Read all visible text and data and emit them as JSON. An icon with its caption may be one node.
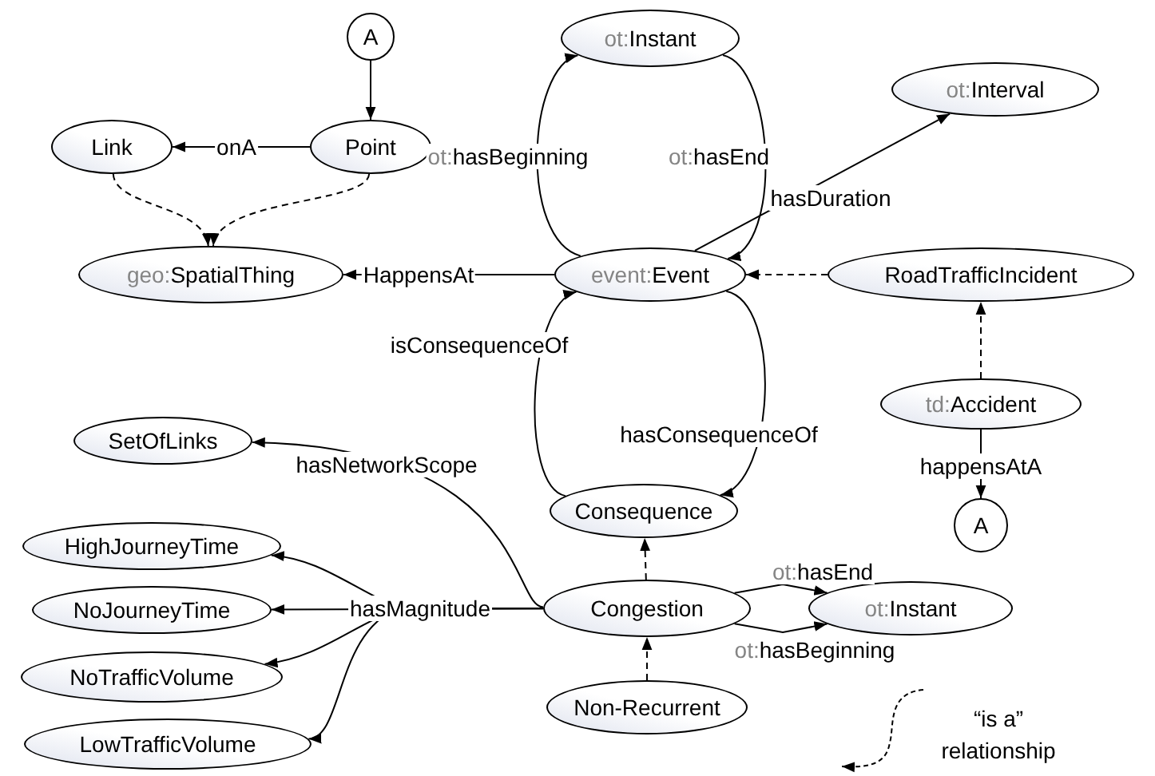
{
  "diagram": {
    "nodes": [
      {
        "text": [
          "A"
        ]
      },
      {
        "text": [
          "Link"
        ]
      },
      {
        "text": [
          "Point"
        ]
      },
      {
        "text": [
          "geo:SpatialThing"
        ]
      },
      {
        "text": [
          "ot:Instant"
        ]
      },
      {
        "text": [
          "ot:Interval"
        ]
      },
      {
        "text": [
          "event:Event"
        ]
      },
      {
        "text": [
          "RoadTrafficIncident"
        ]
      },
      {
        "text": [
          "td:Accident"
        ]
      },
      {
        "text": [
          "A"
        ]
      },
      {
        "text": [
          "SetOfLinks"
        ]
      },
      {
        "text": [
          "Consequence"
        ]
      },
      {
        "text": [
          "HighJourneyTime"
        ]
      },
      {
        "text": [
          "NoJourneyTime"
        ]
      },
      {
        "text": [
          "Congestion"
        ]
      },
      {
        "text": [
          "ot:Instant"
        ]
      },
      {
        "text": [
          "NoTrafficVolume"
        ]
      },
      {
        "text": [
          "LowTrafficVolume"
        ]
      },
      {
        "text": [
          "Non-Recurrent"
        ]
      }
    ],
    "edges": [
      {
        "from": 0,
        "to": 2,
        "arrow": "to"
      },
      {
        "from": 2,
        "to": 1,
        "arrow": "to",
        "label": "onA"
      },
      {
        "from": 1,
        "to": 3,
        "arrow": "to",
        "style": "dashed"
      },
      {
        "from": 2,
        "to": 3,
        "arrow": "to",
        "style": "dashed"
      },
      {
        "from": 6,
        "to": 3,
        "arrow": "to",
        "label": "HappensAt"
      },
      {
        "from": 6,
        "to": 4,
        "arrow": "to",
        "label": "ot:hasBeginning"
      },
      {
        "from": 4,
        "to": 6,
        "arrow": "to",
        "label": "ot:hasEnd"
      },
      {
        "from": 6,
        "to": 5,
        "arrow": "to",
        "label": "hasDuration"
      },
      {
        "from": 7,
        "to": 6,
        "arrow": "to",
        "style": "dashed"
      },
      {
        "from": 8,
        "to": 7,
        "arrow": "to",
        "style": "dashed"
      },
      {
        "from": 8,
        "to": 9,
        "arrow": "to",
        "label": "happensAtA"
      },
      {
        "from": 11,
        "to": 6,
        "arrow": "to",
        "label": "isConsequenceOf"
      },
      {
        "from": 6,
        "to": 11,
        "arrow": "to",
        "label": "hasConsequenceOf"
      },
      {
        "from": 14,
        "to": 10,
        "arrow": "to",
        "label": "hasNetworkScope"
      },
      {
        "from": 14,
        "to": 11,
        "arrow": "to",
        "style": "dashed"
      },
      {
        "from": 18,
        "to": 14,
        "arrow": "to",
        "style": "dashed"
      },
      {
        "from": 14,
        "to": 12,
        "arrow": "to"
      },
      {
        "from": 14,
        "to": 13,
        "arrow": "to",
        "label": "hasMagnitude"
      },
      {
        "from": 14,
        "to": 16,
        "arrow": "to"
      },
      {
        "from": 14,
        "to": 17,
        "arrow": "to"
      },
      {
        "from": 14,
        "to": 15,
        "arrow": "to",
        "label": "ot:hasEnd"
      },
      {
        "from": 14,
        "to": 15,
        "arrow": "to",
        "label": "ot:hasBeginning"
      }
    ],
    "legend": [
      {
        "text": "“is a” relationship"
      }
    ]
  }
}
